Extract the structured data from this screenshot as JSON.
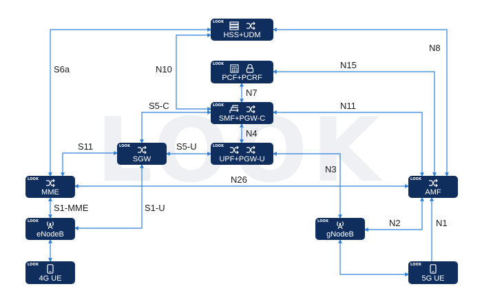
{
  "watermark": "LOOK",
  "nodes": {
    "hss_udm": {
      "label": "HSS+UDM",
      "tag": "LOOK",
      "icons": [
        "server-icon",
        "router-icon"
      ]
    },
    "pcf_pcrf": {
      "label": "PCF+PCRF",
      "tag": "LOOK",
      "icons": [
        "calculator-icon",
        "lock-icon"
      ]
    },
    "smf_pgwc": {
      "label": "SMF+PGW-C",
      "tag": "LOOK",
      "icons": [
        "switch-icon",
        "router-icon"
      ]
    },
    "upf_pgwu": {
      "label": "UPF+PGW-U",
      "tag": "LOOK",
      "icons": [
        "router-icon",
        "router-icon"
      ]
    },
    "sgw": {
      "label": "SGW",
      "tag": "LOOK",
      "icons": [
        "router-icon"
      ]
    },
    "mme": {
      "label": "MME",
      "tag": "LOOK",
      "icons": [
        "router-icon"
      ]
    },
    "amf": {
      "label": "AMF",
      "tag": "LOOK",
      "icons": [
        "router-icon"
      ]
    },
    "enodeb": {
      "label": "eNodeB",
      "tag": "LOOK",
      "icons": [
        "antenna-icon"
      ]
    },
    "gnodeb": {
      "label": "gNodeB",
      "tag": "LOOK",
      "icons": [
        "antenna-icon"
      ]
    },
    "ue4g": {
      "label": "4G UE",
      "tag": "LOOK",
      "icons": [
        "phone-icon"
      ]
    },
    "ue5g": {
      "label": "5G UE",
      "tag": "LOOK",
      "icons": [
        "phone-icon"
      ]
    }
  },
  "interfaces": {
    "s6a": "S6a",
    "n10": "N10",
    "n8": "N8",
    "n15": "N15",
    "n7": "N7",
    "s5c": "S5-C",
    "n11": "N11",
    "n4": "N4",
    "s11": "S11",
    "s5u": "S5-U",
    "n3": "N3",
    "n26": "N26",
    "s1mme": "S1-MME",
    "s1u": "S1-U",
    "n2": "N2",
    "n1": "N1"
  },
  "colors": {
    "node": "#0f2e5e",
    "wire": "#2e7fd9",
    "text": "#1a1a1a"
  }
}
